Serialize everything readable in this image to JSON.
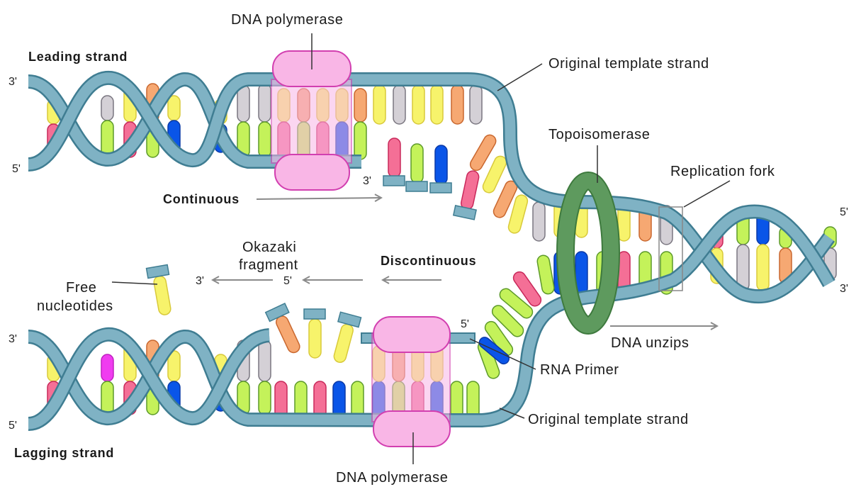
{
  "title": "DNA replication",
  "labels": {
    "dna_polymerase_top": "DNA polymerase",
    "dna_polymerase_bottom": "DNA polymerase",
    "leading_strand": "Leading strand",
    "lagging_strand": "Lagging strand",
    "original_template_top": "Original template strand",
    "original_template_bottom": "Original template strand",
    "topoisomerase": "Topoisomerase",
    "replication_fork": "Replication fork",
    "continuous": "Continuous",
    "discontinuous": "Discontinuous",
    "okazaki_line1": "Okazaki",
    "okazaki_line2": "fragment",
    "free_nucleotides_line1": "Free",
    "free_nucleotides_line2": "nucleotides",
    "dna_unzips": "DNA unzips",
    "rna_primer": "RNA Primer"
  },
  "ends": {
    "leading_top_left": "3'",
    "leading_bottom_left": "5'",
    "lagging_top_left": "3'",
    "lagging_bottom_left": "5'",
    "right_top": "5'",
    "right_bottom": "3'",
    "leading_new_3": "3'",
    "okazaki_3": "3'",
    "okazaki_5": "5'",
    "primer_5": "5'"
  },
  "colors": {
    "backbone": "#7fb2c4",
    "backbone_outline": "#3f7d92",
    "polymerase": "#f9b6e6",
    "polymerase_outline": "#d23fb0",
    "topoisomerase": "#5e9a5e",
    "adenine_yellow": "#f7f36b",
    "thymine_pink": "#f46f96",
    "guanine_green": "#c4f25a",
    "cytosine_blue": "#0a55e8",
    "orange": "#f6a872",
    "grey": "#d4d0d6",
    "magenta": "#f03cf0"
  }
}
